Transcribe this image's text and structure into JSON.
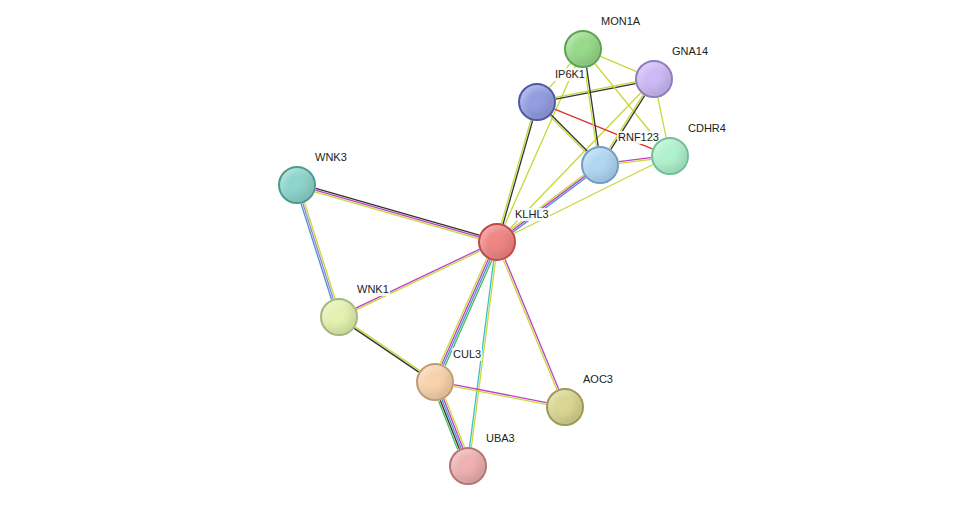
{
  "diagram": {
    "nodes": [
      {
        "text": [
          "MON1A"
        ]
      },
      {
        "text": [
          "GNA14"
        ]
      },
      {
        "text": [
          "IP6K1"
        ]
      },
      {
        "text": [
          "RNF123"
        ]
      },
      {
        "text": [
          "CDHR4"
        ]
      },
      {
        "text": [
          "WNK3"
        ]
      },
      {
        "text": [
          "KLHL3"
        ]
      },
      {
        "text": [
          "WNK1"
        ]
      },
      {
        "text": [
          "CUL3"
        ]
      },
      {
        "text": [
          "AOC3"
        ]
      },
      {
        "text": [
          "UBA3"
        ]
      }
    ],
    "edges": [
      {
        "from": 6,
        "to": 5,
        "arrow": "none"
      },
      {
        "from": 6,
        "to": 7,
        "arrow": "none"
      },
      {
        "from": 6,
        "to": 8,
        "arrow": "none"
      },
      {
        "from": 6,
        "to": 10,
        "arrow": "none"
      },
      {
        "from": 6,
        "to": 9,
        "arrow": "none"
      },
      {
        "from": 6,
        "to": 2,
        "arrow": "none"
      },
      {
        "from": 6,
        "to": 3,
        "arrow": "none"
      },
      {
        "from": 6,
        "to": 4,
        "arrow": "none"
      },
      {
        "from": 6,
        "to": 0,
        "arrow": "none"
      },
      {
        "from": 6,
        "to": 1,
        "arrow": "none"
      },
      {
        "from": 5,
        "to": 7,
        "arrow": "none"
      },
      {
        "from": 7,
        "to": 8,
        "arrow": "none"
      },
      {
        "from": 8,
        "to": 10,
        "arrow": "none"
      },
      {
        "from": 8,
        "to": 9,
        "arrow": "none"
      },
      {
        "from": 2,
        "to": 0,
        "arrow": "none"
      },
      {
        "from": 2,
        "to": 1,
        "arrow": "none"
      },
      {
        "from": 2,
        "to": 3,
        "arrow": "none"
      },
      {
        "from": 2,
        "to": 4,
        "arrow": "none"
      },
      {
        "from": 0,
        "to": 1,
        "arrow": "none"
      },
      {
        "from": 0,
        "to": 3,
        "arrow": "none"
      },
      {
        "from": 0,
        "to": 4,
        "arrow": "none"
      },
      {
        "from": 1,
        "to": 3,
        "arrow": "none"
      },
      {
        "from": 1,
        "to": 4,
        "arrow": "none"
      },
      {
        "from": 3,
        "to": 4,
        "arrow": "none"
      }
    ]
  }
}
